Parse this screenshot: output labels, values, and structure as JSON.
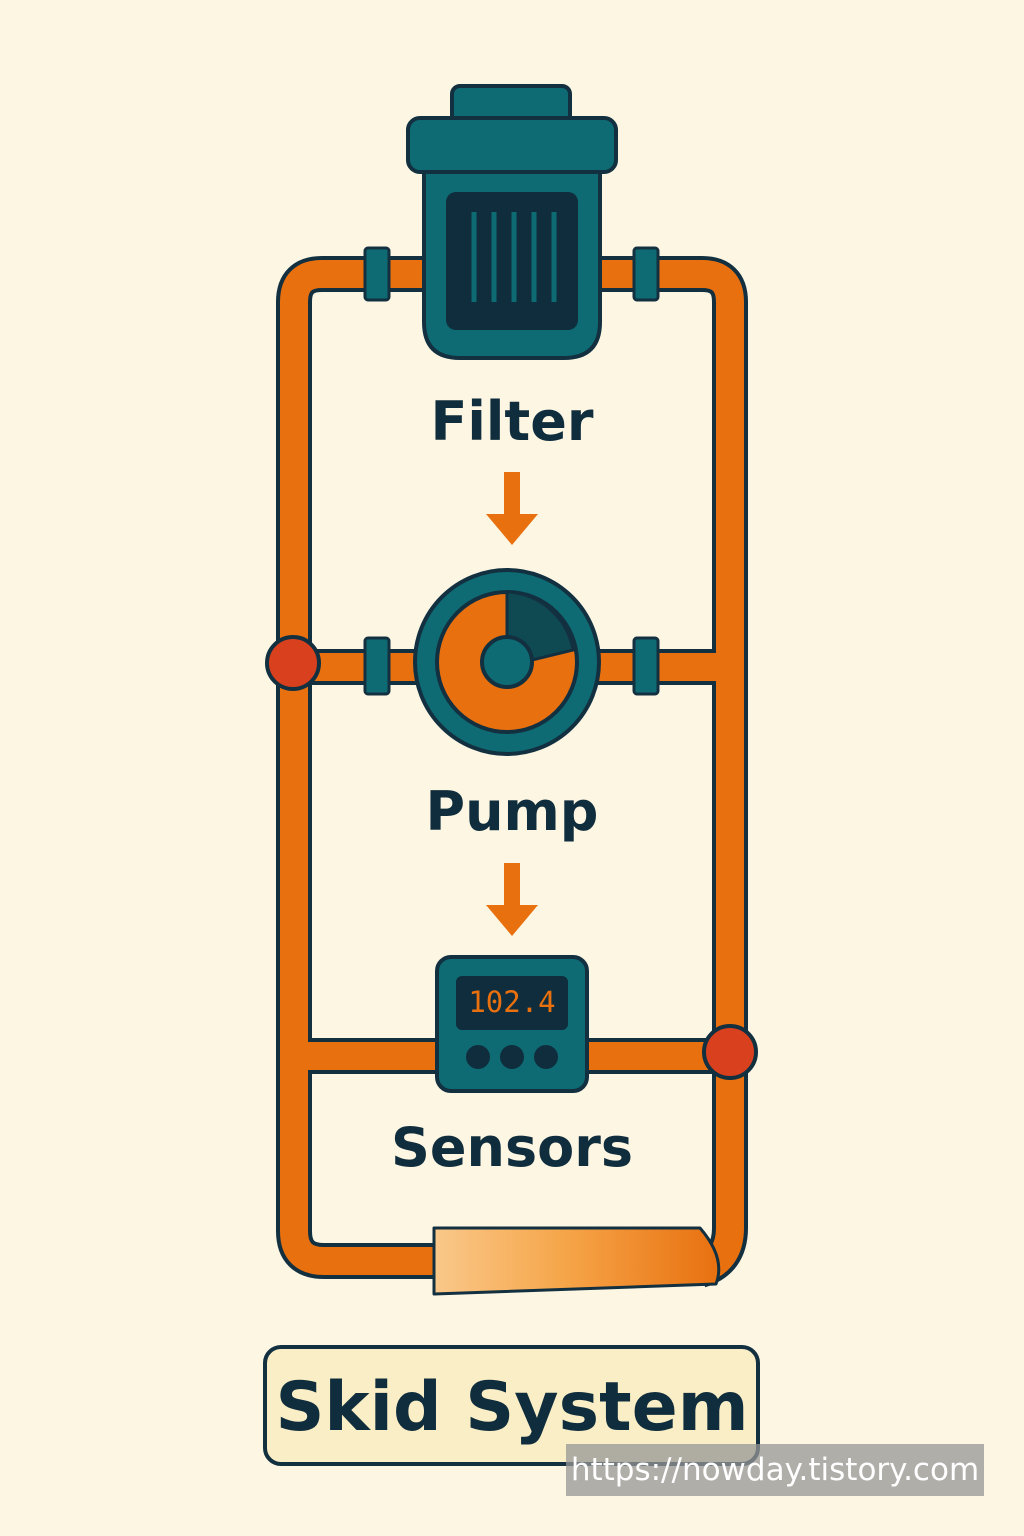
{
  "components": {
    "filter_label": "Filter",
    "pump_label": "Pump",
    "sensors_label": "Sensors",
    "sensor_reading": "102.4"
  },
  "title": "Skid System",
  "watermark": "https://nowday.tistory.com",
  "colors": {
    "background": "#fdf6e3",
    "pipe": "#e8700f",
    "equipment": "#0e6b73",
    "outline": "#123040",
    "joint": "#d9401e",
    "title_box": "#faeec6"
  },
  "icons": [
    "filter-icon",
    "pump-icon",
    "sensor-icon",
    "down-arrow-icon"
  ]
}
